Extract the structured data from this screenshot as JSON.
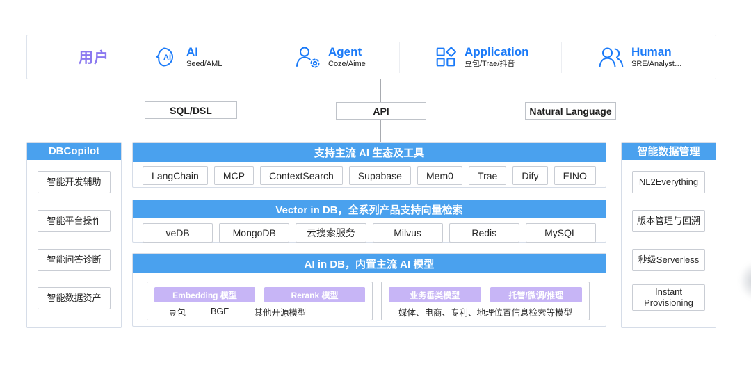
{
  "top_bar": {
    "title": "用户",
    "actors": [
      {
        "name": "AI",
        "subtitle": "Seed/AML",
        "icon": "ai-head-icon"
      },
      {
        "name": "Agent",
        "subtitle": "Coze/Aime",
        "icon": "agent-gear-icon"
      },
      {
        "name": "Application",
        "subtitle": "豆包/Trae/抖音",
        "icon": "app-grid-icon"
      },
      {
        "name": "Human",
        "subtitle": "SRE/Analyst…",
        "icon": "human-people-icon"
      }
    ]
  },
  "interfaces": [
    {
      "label": "SQL/DSL"
    },
    {
      "label": "API"
    },
    {
      "label": "Natural Language"
    }
  ],
  "left_panel": {
    "title": "DBCopilot",
    "items": [
      "智能开发辅助",
      "智能平台操作",
      "智能问答诊断",
      "智能数据资产"
    ]
  },
  "right_panel": {
    "title": "智能数据管理",
    "items": [
      "NL2Everything",
      "版本管理与回溯",
      "秒级Serverless",
      "Instant Provisioning"
    ]
  },
  "sections": [
    {
      "title": "支持主流 AI 生态及工具",
      "items": [
        "LangChain",
        "MCP",
        "ContextSearch",
        "Supabase",
        "Mem0",
        "Trae",
        "Dify",
        "EINO"
      ]
    },
    {
      "title": "Vector in DB，全系列产品支持向量检索",
      "items": [
        "veDB",
        "MongoDB",
        "云搜索服务",
        "Milvus",
        "Redis",
        "MySQL"
      ]
    },
    {
      "title": "AI in DB，内置主流 AI 模型",
      "groups": [
        {
          "pills": [
            "Embedding 模型",
            "Rerank 模型"
          ],
          "models": [
            "豆包",
            "BGE",
            "其他开源模型"
          ]
        },
        {
          "pills": [
            "业务垂类模型",
            "托管/微调/推理"
          ],
          "models": [
            "媒体、电商、专利、地理位置信息检索等模型"
          ]
        }
      ]
    }
  ],
  "colors": {
    "header_blue": "#4aa1ee",
    "link_blue": "#1a7af8",
    "title_purple": "#8b79f0",
    "pill_purple": "#c7b5f6",
    "connector_gray": "#a8abb0"
  }
}
